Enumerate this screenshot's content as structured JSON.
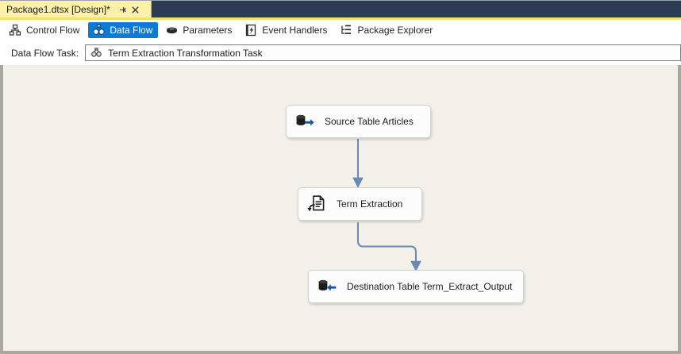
{
  "window": {
    "document_tab": {
      "title": "Package1.dtsx [Design]*",
      "pin_icon": "pin-icon",
      "close_icon": "close-icon"
    }
  },
  "designer_bar": {
    "items": [
      {
        "label": "Control Flow",
        "icon": "control-flow-icon",
        "active": false
      },
      {
        "label": "Data Flow",
        "icon": "data-flow-icon",
        "active": true
      },
      {
        "label": "Parameters",
        "icon": "parameters-icon",
        "active": false
      },
      {
        "label": "Event Handlers",
        "icon": "event-handlers-icon",
        "active": false
      },
      {
        "label": "Package Explorer",
        "icon": "package-explorer-icon",
        "active": false
      }
    ]
  },
  "task_selector": {
    "label": "Data Flow Task:",
    "icon": "data-flow-task-icon",
    "value": "Term Extraction Transformation Task"
  },
  "canvas": {
    "background_color": "#f2f0e8",
    "connector_color": "#6a89ad",
    "nodes": [
      {
        "id": "source",
        "label": "Source Table Articles",
        "icon": "ole-db-source-icon"
      },
      {
        "id": "transform",
        "label": "Term Extraction",
        "icon": "term-extraction-icon"
      },
      {
        "id": "destination",
        "label": "Destination Table Term_Extract_Output",
        "icon": "ole-db-destination-icon"
      }
    ],
    "connectors": [
      {
        "from": "source",
        "to": "transform"
      },
      {
        "from": "transform",
        "to": "destination"
      }
    ]
  },
  "colors": {
    "header": "#2d3b55",
    "tab_active": "#fdf0a8",
    "gold_strip": "#f5e06a",
    "accent_blue": "#0d7bd4",
    "icon_blue": "#13569e"
  }
}
